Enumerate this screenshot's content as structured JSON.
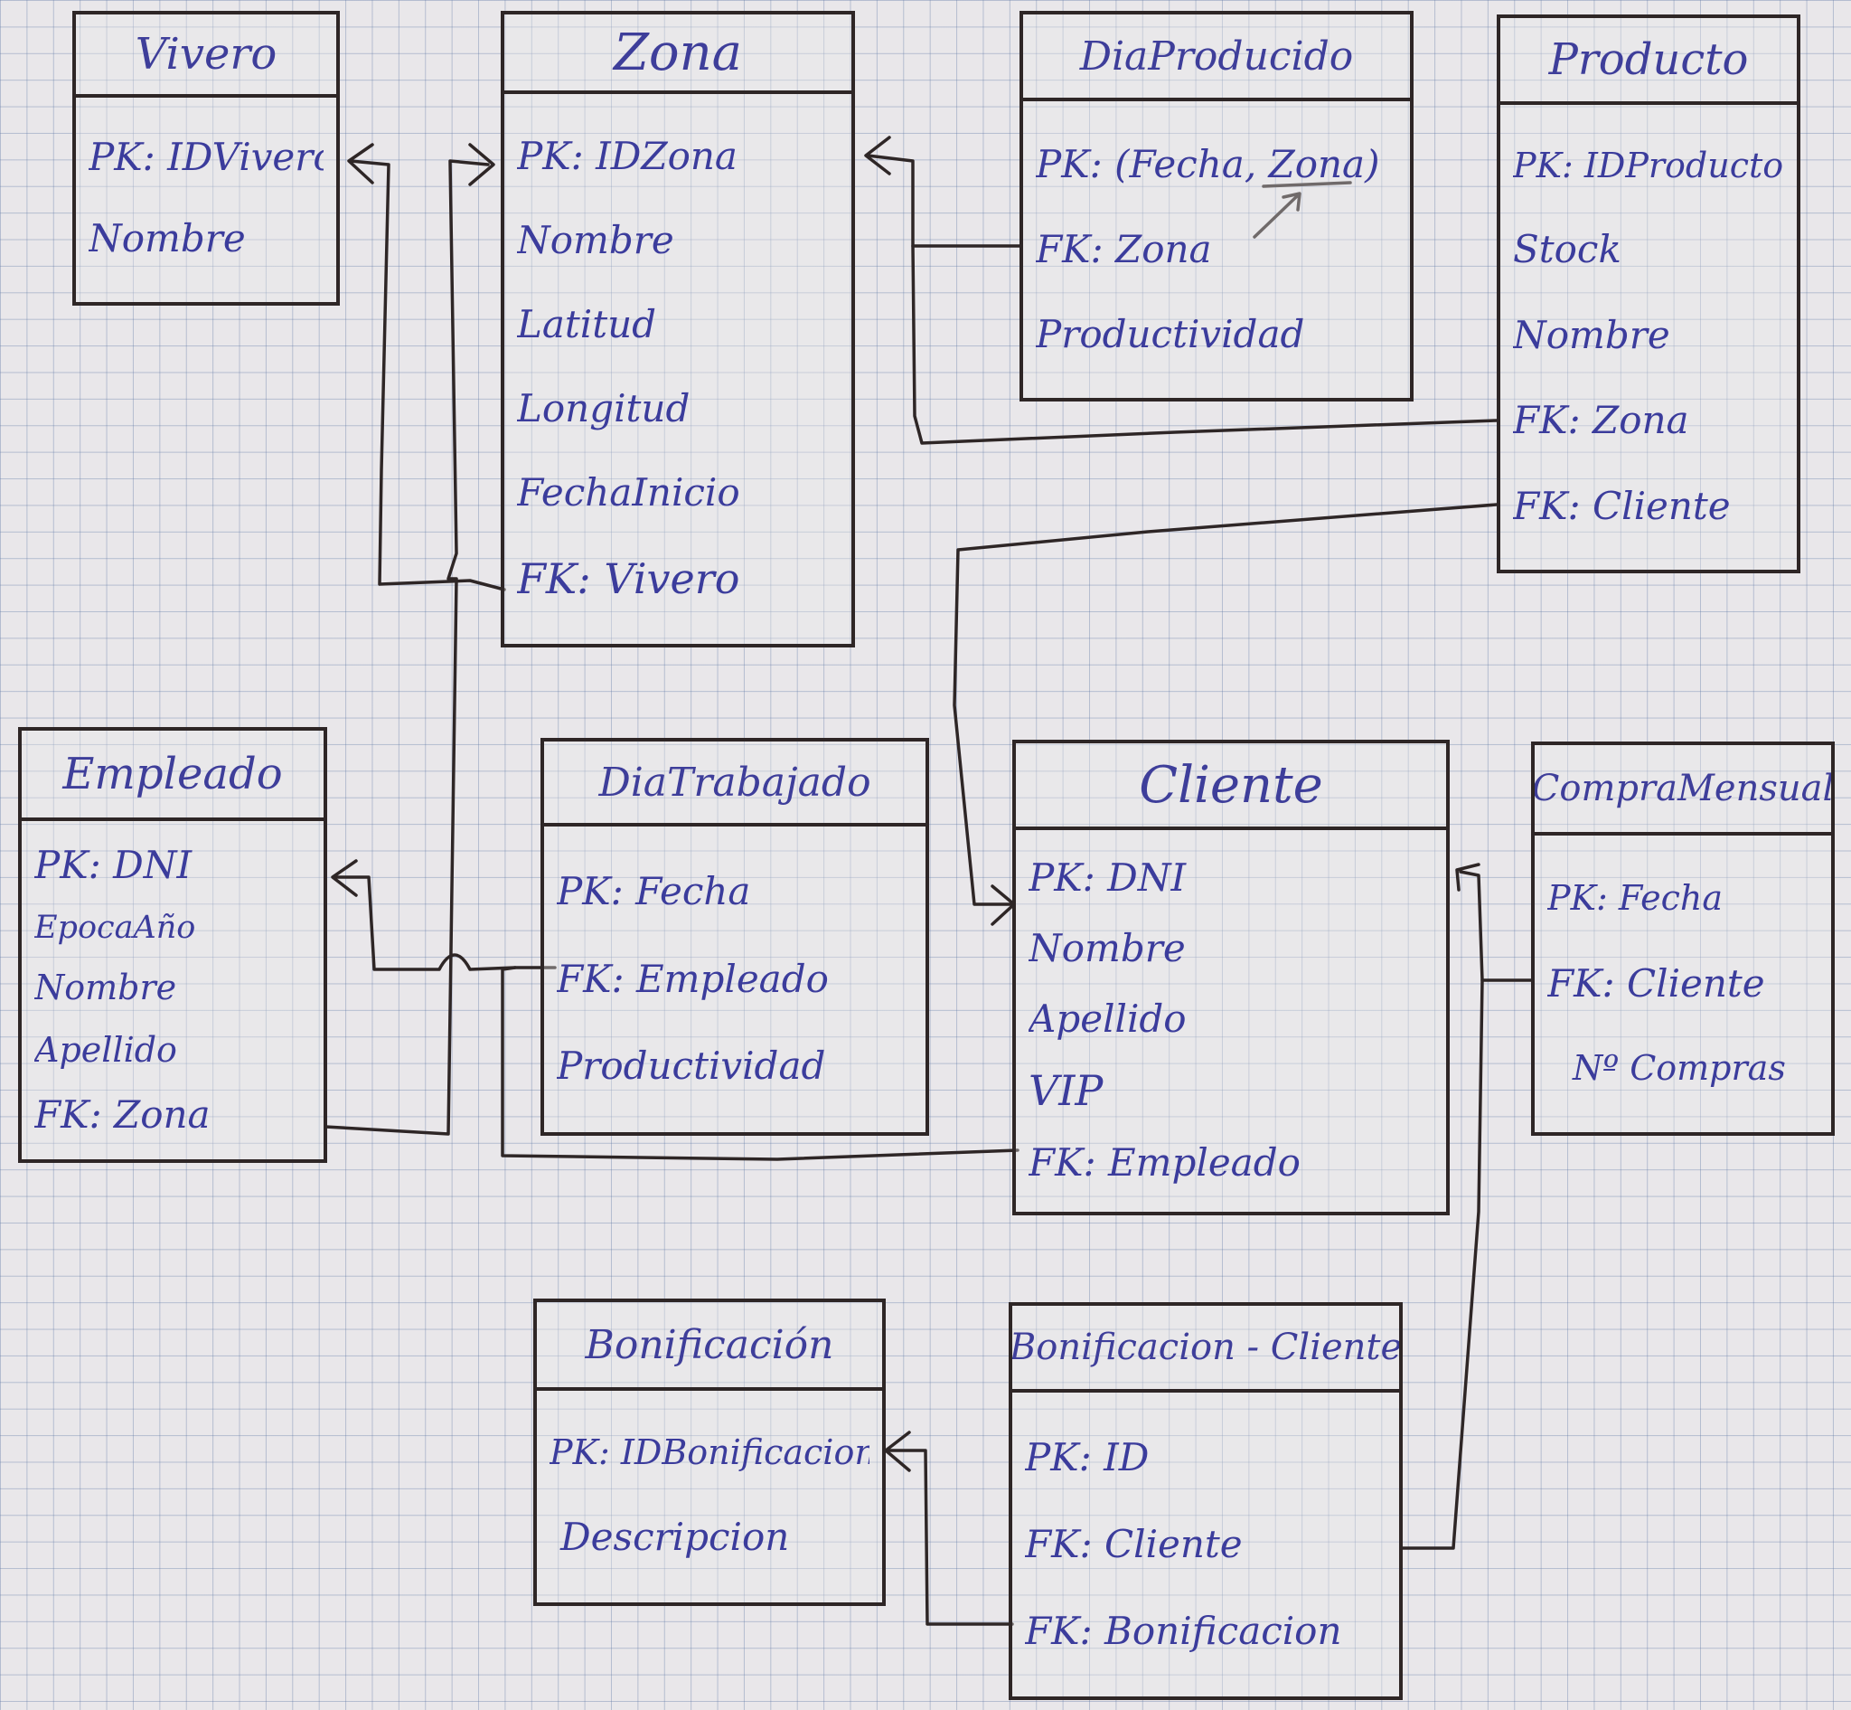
{
  "diagram": {
    "ink_color": "#2e2626",
    "text_color": "#3b3c9c",
    "paper_color": "#e9e7ea",
    "grid_color": "#5f78a5",
    "entities": [
      {
        "id": "vivero",
        "title": "Vivero",
        "attributes": [
          "PK: IDVivero",
          "Nombre"
        ]
      },
      {
        "id": "zona",
        "title": "Zona",
        "attributes": [
          "PK: IDZona",
          "Nombre",
          "Latitud",
          "Longitud",
          "FechaInicio",
          "FK: Vivero"
        ]
      },
      {
        "id": "diaproducido",
        "title": "DiaProducido",
        "attributes": [
          "PK: (Fecha, Zona)",
          "FK: Zona",
          "Productividad"
        ]
      },
      {
        "id": "producto",
        "title": "Producto",
        "attributes": [
          "PK: IDProducto",
          "Stock",
          "Nombre",
          "FK: Zona",
          "FK: Cliente"
        ]
      },
      {
        "id": "empleado",
        "title": "Empleado",
        "attributes": [
          "PK: DNI",
          "EpocaAño",
          "Nombre",
          "Apellido",
          "FK: Zona"
        ]
      },
      {
        "id": "diatrabajado",
        "title": "DiaTrabajado",
        "attributes": [
          "PK: Fecha",
          "FK: Empleado",
          "Productividad"
        ]
      },
      {
        "id": "cliente",
        "title": "Cliente",
        "attributes": [
          "PK: DNI",
          "Nombre",
          "Apellido",
          "VIP",
          "FK: Empleado"
        ]
      },
      {
        "id": "compramensual",
        "title": "CompraMensual",
        "attributes": [
          "PK: Fecha",
          "FK: Cliente",
          "Nº Compras"
        ]
      },
      {
        "id": "bonificacion",
        "title": "Bonificación",
        "attributes": [
          "PK: IDBonificacion",
          "Descripcion"
        ]
      },
      {
        "id": "bonificacioncliente",
        "title": "Bonificacion - Cliente",
        "attributes": [
          "PK: ID",
          "FK: Cliente",
          "FK: Bonificacion"
        ]
      }
    ]
  }
}
